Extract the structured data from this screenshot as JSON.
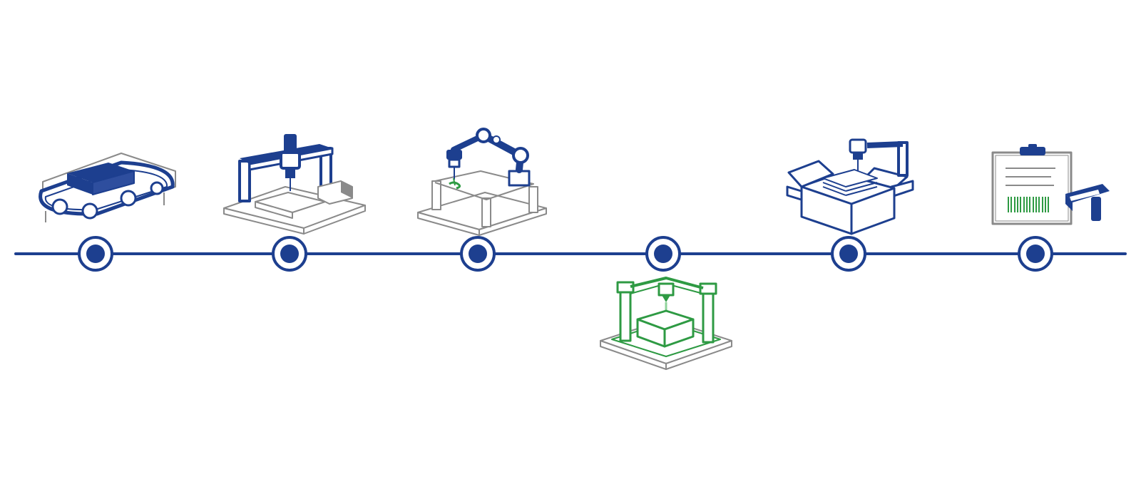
{
  "colors": {
    "primary": "#1d3f8f",
    "accent": "#2e9a43",
    "outline": "#8a8a8a",
    "background": "#ffffff"
  },
  "steps": [
    {
      "icon": "conveyor-belt-icon",
      "position": "above"
    },
    {
      "icon": "cnc-milling-machine-icon",
      "position": "above"
    },
    {
      "icon": "robotic-arm-welding-icon",
      "position": "above"
    },
    {
      "icon": "3d-printer-icon",
      "position": "below",
      "color": "accent"
    },
    {
      "icon": "packaging-robot-box-icon",
      "position": "above"
    },
    {
      "icon": "clipboard-barcode-scanner-icon",
      "position": "above"
    }
  ]
}
